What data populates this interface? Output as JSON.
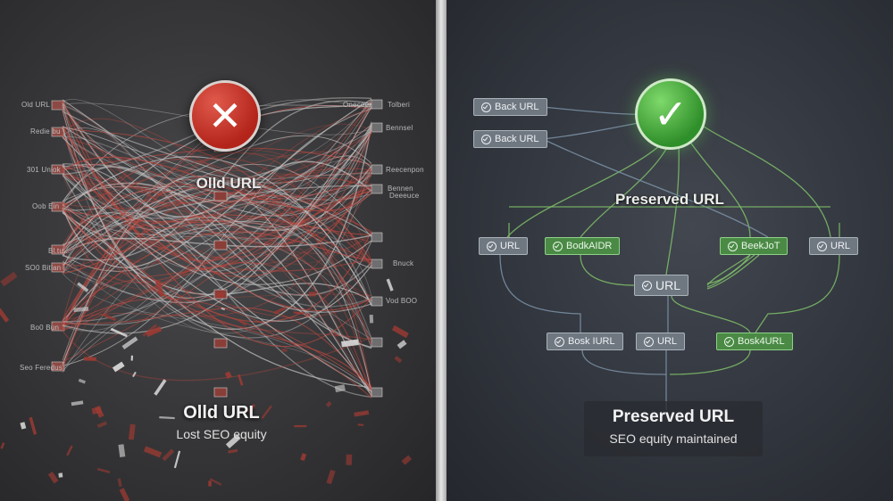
{
  "left_panel": {
    "badge_icon": "x-mark-icon",
    "badge_glyph": "✕",
    "mid_title": "Olld URL",
    "caption_title": "Olld URL",
    "caption_subtitle": "Lost SEO equity",
    "left_labels": [
      "Old URL",
      "Redie bu",
      "301 Uniok",
      "Oob Ein",
      "Bl.tu...",
      "SO0 Bitlan",
      "Bo0 Bun",
      "Seo Feredus"
    ],
    "right_labels": [
      "Oneceer",
      "Tolberi",
      "Bennsel",
      "Reecenpon",
      "Bennen",
      "Deeeuce",
      "Bnuck",
      "Vod BOO"
    ],
    "accent_color": "#c0392b"
  },
  "right_panel": {
    "badge_icon": "check-mark-icon",
    "badge_glyph": "✓",
    "mid_title": "Preserved URL",
    "caption_title": "Preserved URL",
    "caption_subtitle": "SEO equity maintained",
    "accent_color": "#4a8a45",
    "nodes": [
      {
        "label": "Back URL",
        "style": "grey"
      },
      {
        "label": "Back URL",
        "style": "grey"
      },
      {
        "label": "URL",
        "style": "grey"
      },
      {
        "label": "BodkAIDR",
        "style": "green"
      },
      {
        "label": "BeekJoT",
        "style": "green"
      },
      {
        "label": "URL",
        "style": "grey"
      },
      {
        "label": "URL",
        "style": "grey"
      },
      {
        "label": "Bosk IURL",
        "style": "grey"
      },
      {
        "label": "URL",
        "style": "grey"
      },
      {
        "label": "Bosk4URL",
        "style": "green"
      }
    ]
  }
}
